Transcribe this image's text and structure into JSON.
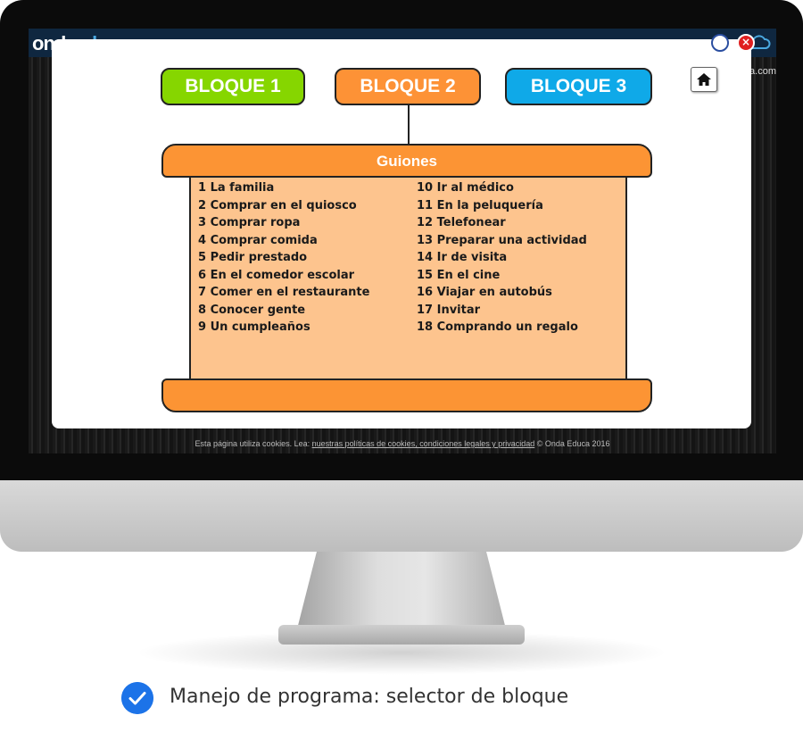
{
  "header": {
    "logo_part1": "onda",
    "logo_part2": "educa",
    "site_suffix": "a.com"
  },
  "window_controls": {
    "expand_icon": "expand-icon",
    "close_icon": "close-icon",
    "close_glyph": "×"
  },
  "blocks": [
    {
      "label": "BLOQUE 1",
      "color": "#86d600"
    },
    {
      "label": "BLOQUE 2",
      "color": "#fd9236"
    },
    {
      "label": "BLOQUE 3",
      "color": "#0fa9e8"
    }
  ],
  "home_button": {
    "icon": "home-icon"
  },
  "scroll": {
    "title": "Guiones",
    "column1": [
      "1 La familia",
      "2 Comprar en el quiosco",
      "3 Comprar ropa",
      "4 Comprar comida",
      "5 Pedir prestado",
      "6 En el comedor escolar",
      "7 Comer en el restaurante",
      "8 Conocer gente",
      "9 Un cumpleaños"
    ],
    "column2": [
      "10 Ir al médico",
      "11 En la peluquería",
      "12 Telefonear",
      "13 Preparar una actividad",
      "14 Ir de visita",
      "15 En el cine",
      "16 Viajar en autobús",
      "17 Invitar",
      "18 Comprando un regalo"
    ]
  },
  "footer": {
    "prefix": "Esta página utiliza cookies. Lea:",
    "link": "nuestras políticas de cookies, condiciones legales y privacidad",
    "suffix": "© Onda Educa 2016"
  },
  "caption": {
    "text": "Manejo de programa: selector de bloque",
    "icon": "check-circle-icon"
  }
}
